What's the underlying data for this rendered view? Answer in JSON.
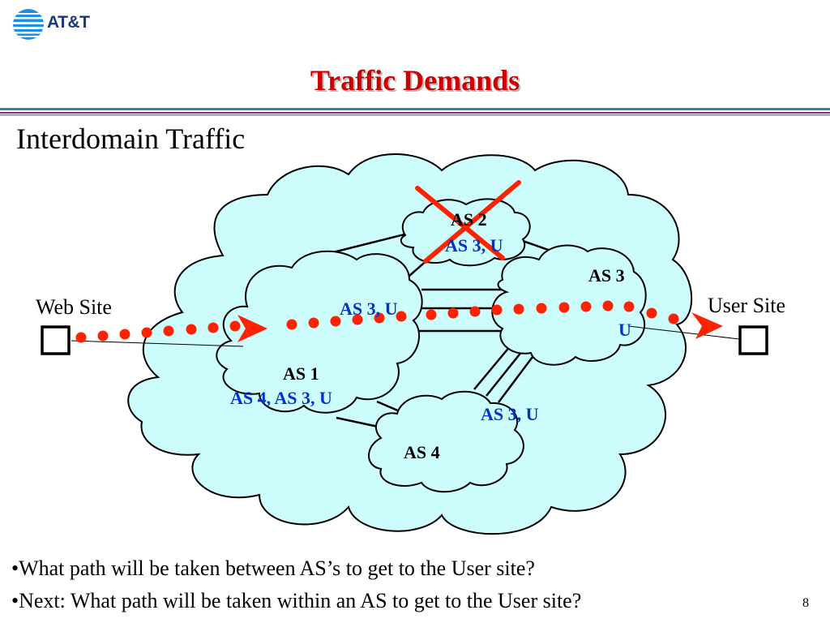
{
  "header": {
    "logo_text": "AT&T",
    "title": "Traffic Demands",
    "subtitle": "Interdomain Traffic"
  },
  "diagram": {
    "as_nodes": [
      {
        "name": "AS 1",
        "route": "AS 4, AS 3, U"
      },
      {
        "name": "AS 2",
        "route": "AS 3, U"
      },
      {
        "name": "AS 3",
        "route": "U"
      },
      {
        "name": "AS 4",
        "route": "AS 3, U"
      }
    ],
    "link_route_label": "AS 3, U",
    "endpoints": {
      "source": "Web Site",
      "destination": "User Site"
    },
    "colors": {
      "cloud_fill": "#ccfcfc",
      "route_text": "#0033cc",
      "path_dots": "#ff2200",
      "failure_cross": "#ff2200",
      "title": "#cc0000"
    }
  },
  "bullets": [
    "•What path will be taken between AS’s to get to the User site?",
    "•Next: What path will be taken within an AS to get to the User site?"
  ],
  "page_number": "8"
}
